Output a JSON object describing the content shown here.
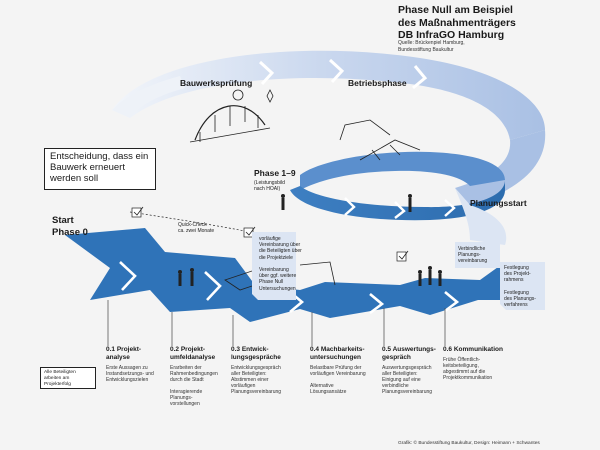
{
  "title": [
    "Phase Null am Beispiel",
    "des Maßnahmenträgers",
    "DB InfraGO Hamburg"
  ],
  "source": [
    "Quelle: Brückenpiel Hamburg,",
    "Bundesstiftung Baukultur"
  ],
  "labels": {
    "bauwerk": "Bauwerksprüfung",
    "betrieb": "Betriebsphase",
    "phase19": "Phase 1–9",
    "phase19_sub": [
      "(Leistungsbild",
      "nach HOAI)"
    ],
    "planung": "Planungsstart"
  },
  "decision": "Entscheidung, dass ein Bauwerk erneuert werden soll",
  "start": [
    "Start",
    "Phase 0"
  ],
  "quickcheck": [
    "Quick-Check",
    "ca. zwei Monate"
  ],
  "notes": {
    "vereinbarung": [
      "vorläufige",
      "Vereinbarung über",
      "die Beteiligten über",
      "die Projektziele",
      "",
      "Vereinbarung",
      "über ggf. weitere",
      "Phase Null",
      "Untersuchungen"
    ],
    "verbindlich": [
      "Verbindliche",
      "Planungs-",
      "vereinbarung"
    ],
    "festlegung": [
      "Festlegung",
      "des Projekt-",
      "rahmens",
      "",
      "Festlegung",
      "des Planungs-",
      "verfahrens"
    ]
  },
  "steps": [
    {
      "title": [
        "0.1 Projekt-",
        "analyse"
      ],
      "body": [
        "Erste Aussagen zu",
        "Instandsetzungs- und",
        "Entwicklungszielen"
      ]
    },
    {
      "title": [
        "0.2 Projekt-",
        "umfeldanalyse"
      ],
      "body": [
        "Erarbeiten der",
        "Rahmenbedingungen",
        "durch die Stadt",
        "",
        "Interagierende",
        "Planungs-",
        "vorstellungen"
      ]
    },
    {
      "title": [
        "0.3 Entwick-",
        "lungsgespräche"
      ],
      "body": [
        "Entwicklungsgespräch",
        "aller Beteiligten:",
        "Abstimmen einer",
        "vorläufigen",
        "Planungsvereinbarung"
      ]
    },
    {
      "title": [
        "0.4 Machbarkeits-",
        "untersuchungen"
      ],
      "body": [
        "Belastbare Prüfung der",
        "vorläufigen Vereinbarung",
        "",
        "Alternative",
        "Lösungsansätze"
      ]
    },
    {
      "title": [
        "0.5 Auswertungs-",
        "gespräch"
      ],
      "body": [
        "Auswertungsgespräch",
        "aller Beteiligten:",
        "Einigung auf eine",
        "verbindliche",
        "Planungsvereinbarung"
      ]
    },
    {
      "title": [
        "0.6 Kommunikation"
      ],
      "body": [
        "Frühe Öffentlich-",
        "keitsbeteiligung,",
        "abgestimmt auf die",
        "Projektkommunikation"
      ]
    }
  ],
  "all_participants": [
    "Alle Beteiligten",
    "arbeiten am",
    "Projekterfolg"
  ],
  "credit": "Grafik: © Bundesstiftung Baukultur, Design: Heimann + Schwantes",
  "colors": {
    "dark": "#2f73b8",
    "light": "#b8cae8",
    "pale": "#dce5f3",
    "line": "#222222"
  }
}
